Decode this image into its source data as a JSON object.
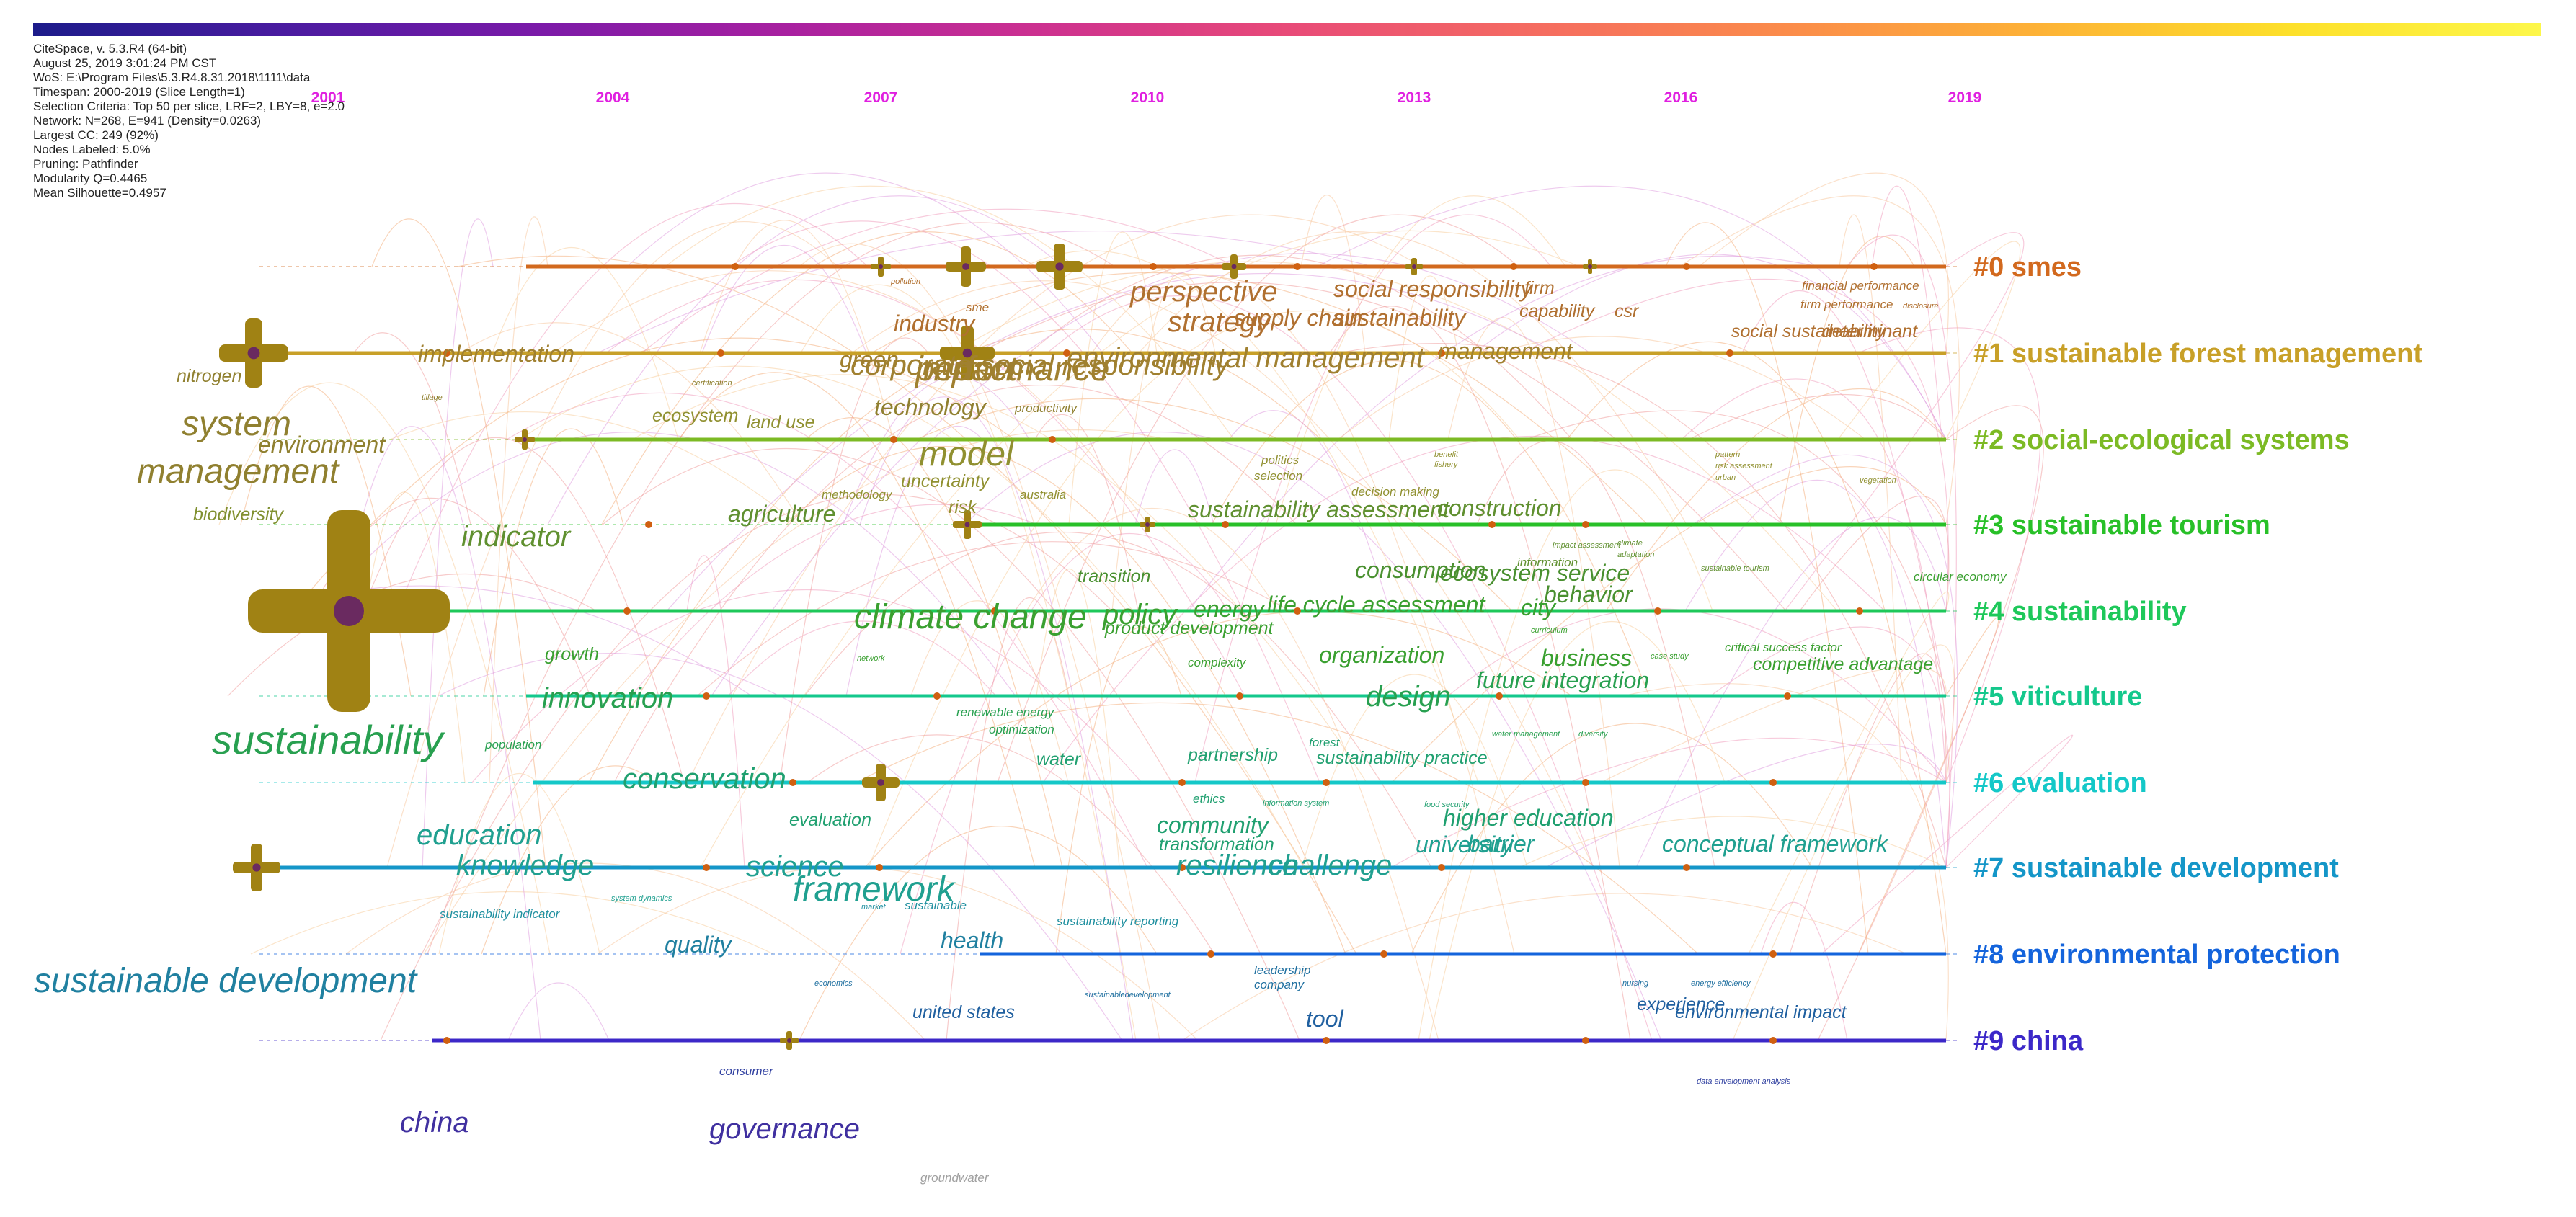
{
  "colors": {
    "timebar": [
      "#1c1b8a",
      "#4a1ba0",
      "#7a1aa8",
      "#a820a0",
      "#cc3090",
      "#e84a78",
      "#f56c60",
      "#fb8c4a",
      "#fdb236",
      "#fde02a",
      "#fdf74a"
    ],
    "cluster_colors": [
      "#d2691e",
      "#c8a028",
      "#7cba24",
      "#28c028",
      "#1ec85a",
      "#14c88c",
      "#14c8c8",
      "#1496c8",
      "#1464dc",
      "#3c28c8"
    ],
    "node_fill": "#a08214",
    "node_core": "#6a2a60",
    "year_label": "#e020e0"
  },
  "info": {
    "lines": [
      "CiteSpace, v. 5.3.R4 (64-bit)",
      "August 25, 2019 3:01:24 PM CST",
      "WoS: E:\\Program Files\\5.3.R4.8.31.2018\\1111\\data",
      "Timespan: 2000-2019 (Slice Length=1)",
      "Selection Criteria: Top 50 per slice, LRF=2, LBY=8, e=2.0",
      "Network: N=268, E=941 (Density=0.0263)",
      "Largest CC: 249 (92%)",
      "Nodes Labeled: 5.0%",
      "Pruning: Pathfinder",
      "Modularity Q=0.4465",
      "Mean Silhouette=0.4957"
    ]
  },
  "years": [
    "2001",
    "2004",
    "2007",
    "2010",
    "2013",
    "2016",
    "2019"
  ],
  "clusters": [
    {
      "label": "#0 smes",
      "color": "#d2691e"
    },
    {
      "label": "#1 sustainable forest management",
      "color": "#c8a028"
    },
    {
      "label": "#2 social-ecological systems",
      "color": "#7cba24"
    },
    {
      "label": "#3 sustainable tourism",
      "color": "#28c028"
    },
    {
      "label": "#4 sustainability",
      "color": "#1ec85a"
    },
    {
      "label": "#5 viticulture",
      "color": "#14c88c"
    },
    {
      "label": "#6 evaluation",
      "color": "#14c8c8"
    },
    {
      "label": "#7 sustainable development",
      "color": "#1496c8"
    },
    {
      "label": "#8 environmental protection",
      "color": "#1464dc"
    },
    {
      "label": "#9 china",
      "color": "#3c28c8"
    }
  ],
  "keywords": [
    {
      "text": "pollution",
      "color": "#b07030",
      "level": 1
    },
    {
      "text": "sme",
      "color": "#b07030",
      "level": 2
    },
    {
      "text": "industry",
      "color": "#b07030",
      "level": 4
    },
    {
      "text": "perspective",
      "color": "#b07030",
      "level": 5
    },
    {
      "text": "strategy",
      "color": "#b07030",
      "level": 5
    },
    {
      "text": "social responsibility",
      "color": "#b07030",
      "level": 4
    },
    {
      "text": "supply chain",
      "color": "#b07030",
      "level": 4
    },
    {
      "text": "sustainability",
      "color": "#b07030",
      "level": 4
    },
    {
      "text": "firm",
      "color": "#b07030",
      "level": 3
    },
    {
      "text": "capability",
      "color": "#b07030",
      "level": 3
    },
    {
      "text": "csr",
      "color": "#b07030",
      "level": 3
    },
    {
      "text": "financial performance",
      "color": "#b07030",
      "level": 2
    },
    {
      "text": "firm performance",
      "color": "#b07030",
      "level": 2
    },
    {
      "text": "disclosure",
      "color": "#b07030",
      "level": 1
    },
    {
      "text": "social sustainability",
      "color": "#b07030",
      "level": 3
    },
    {
      "text": "determinant",
      "color": "#b07030",
      "level": 3
    },
    {
      "text": "implementation",
      "color": "#a08030",
      "level": 4
    },
    {
      "text": "green",
      "color": "#a08030",
      "level": 4
    },
    {
      "text": "performance",
      "color": "#a08030",
      "level": 6
    },
    {
      "text": "impact",
      "color": "#a08030",
      "level": 6
    },
    {
      "text": "corporate social responsibility",
      "color": "#a08030",
      "level": 5
    },
    {
      "text": "environmental management",
      "color": "#a08030",
      "level": 5
    },
    {
      "text": "management",
      "color": "#a08030",
      "level": 4
    },
    {
      "text": "nitrogen",
      "color": "#908030",
      "level": 3
    },
    {
      "text": "tillage",
      "color": "#908030",
      "level": 1
    },
    {
      "text": "certification",
      "color": "#908030",
      "level": 1
    },
    {
      "text": "technology",
      "color": "#908030",
      "level": 4
    },
    {
      "text": "productivity",
      "color": "#908030",
      "level": 2
    },
    {
      "text": "system",
      "color": "#908030",
      "level": 6
    },
    {
      "text": "environment",
      "color": "#908030",
      "level": 4
    },
    {
      "text": "ecosystem",
      "color": "#909030",
      "level": 3
    },
    {
      "text": "land use",
      "color": "#909030",
      "level": 3
    },
    {
      "text": "model",
      "color": "#909030",
      "level": 6
    },
    {
      "text": "uncertainty",
      "color": "#909030",
      "level": 3
    },
    {
      "text": "politics",
      "color": "#909030",
      "level": 2
    },
    {
      "text": "selection",
      "color": "#909030",
      "level": 2
    },
    {
      "text": "benefit",
      "color": "#909030",
      "level": 1
    },
    {
      "text": "fishery",
      "color": "#909030",
      "level": 1
    },
    {
      "text": "pattern",
      "color": "#909030",
      "level": 1
    },
    {
      "text": "risk assessment",
      "color": "#909030",
      "level": 1
    },
    {
      "text": "urban",
      "color": "#909030",
      "level": 1
    },
    {
      "text": "vegetation",
      "color": "#909030",
      "level": 1
    },
    {
      "text": "management",
      "color": "#908030",
      "level": 6
    },
    {
      "text": "methodology",
      "color": "#909030",
      "level": 2
    },
    {
      "text": "australia",
      "color": "#909030",
      "level": 2
    },
    {
      "text": "risk",
      "color": "#909030",
      "level": 3
    },
    {
      "text": "decision making",
      "color": "#909030",
      "level": 2
    },
    {
      "text": "biodiversity",
      "color": "#809030",
      "level": 3
    },
    {
      "text": "indicator",
      "color": "#609030",
      "level": 5
    },
    {
      "text": "agriculture",
      "color": "#609030",
      "level": 4
    },
    {
      "text": "sustainability assessment",
      "color": "#609030",
      "level": 4
    },
    {
      "text": "construction",
      "color": "#609030",
      "level": 4
    },
    {
      "text": "impact assessment",
      "color": "#609030",
      "level": 1
    },
    {
      "text": "climate",
      "color": "#609030",
      "level": 1
    },
    {
      "text": "adaptation",
      "color": "#609030",
      "level": 1
    },
    {
      "text": "sustainable tourism",
      "color": "#609030",
      "level": 1
    },
    {
      "text": "information",
      "color": "#609030",
      "level": 2
    },
    {
      "text": "transition",
      "color": "#4a9030",
      "level": 3
    },
    {
      "text": "consumption",
      "color": "#4a9030",
      "level": 4
    },
    {
      "text": "ecosystem service",
      "color": "#4a9030",
      "level": 4
    },
    {
      "text": "behavior",
      "color": "#4a9030",
      "level": 4
    },
    {
      "text": "climate change",
      "color": "#3aa030",
      "level": 6
    },
    {
      "text": "policy",
      "color": "#3aa030",
      "level": 5
    },
    {
      "text": "energy",
      "color": "#3aa030",
      "level": 4
    },
    {
      "text": "life cycle assessment",
      "color": "#3aa030",
      "level": 4
    },
    {
      "text": "city",
      "color": "#3aa030",
      "level": 4
    },
    {
      "text": "curriculum",
      "color": "#3aa030",
      "level": 1
    },
    {
      "text": "circular economy",
      "color": "#3aa030",
      "level": 2
    },
    {
      "text": "product development",
      "color": "#3aa030",
      "level": 3
    },
    {
      "text": "growth",
      "color": "#3aa030",
      "level": 3
    },
    {
      "text": "network",
      "color": "#3aa030",
      "level": 1
    },
    {
      "text": "complexity",
      "color": "#3aa030",
      "level": 2
    },
    {
      "text": "organization",
      "color": "#3aa030",
      "level": 4
    },
    {
      "text": "business",
      "color": "#3aa030",
      "level": 4
    },
    {
      "text": "case study",
      "color": "#3aa030",
      "level": 1
    },
    {
      "text": "critical success factor",
      "color": "#3aa030",
      "level": 2
    },
    {
      "text": "competitive advantage",
      "color": "#3aa030",
      "level": 3
    },
    {
      "text": "future integration",
      "color": "#28a050",
      "level": 4
    },
    {
      "text": "innovation",
      "color": "#28a050",
      "level": 5
    },
    {
      "text": "design",
      "color": "#28a050",
      "level": 5
    },
    {
      "text": "sustainability",
      "color": "#28a050",
      "level": 7
    },
    {
      "text": "renewable energy",
      "color": "#28a050",
      "level": 2
    },
    {
      "text": "optimization",
      "color": "#28a050",
      "level": 2
    },
    {
      "text": "water management",
      "color": "#28a050",
      "level": 1
    },
    {
      "text": "diversity",
      "color": "#28a050",
      "level": 1
    },
    {
      "text": "population",
      "color": "#28a050",
      "level": 2
    },
    {
      "text": "conservation",
      "color": "#20a070",
      "level": 5
    },
    {
      "text": "water",
      "color": "#20a070",
      "level": 3
    },
    {
      "text": "partnership",
      "color": "#20a070",
      "level": 3
    },
    {
      "text": "forest",
      "color": "#20a070",
      "level": 2
    },
    {
      "text": "sustainability practice",
      "color": "#20a070",
      "level": 3
    },
    {
      "text": "evaluation",
      "color": "#20a070",
      "level": 3
    },
    {
      "text": "ethics",
      "color": "#20a070",
      "level": 2
    },
    {
      "text": "information system",
      "color": "#20a070",
      "level": 1
    },
    {
      "text": "food security",
      "color": "#20a070",
      "level": 1
    },
    {
      "text": "community",
      "color": "#20a070",
      "level": 4
    },
    {
      "text": "higher education",
      "color": "#20a070",
      "level": 4
    },
    {
      "text": "transformation",
      "color": "#20a070",
      "level": 3
    },
    {
      "text": "education",
      "color": "#20a090",
      "level": 5
    },
    {
      "text": "university",
      "color": "#20a090",
      "level": 4
    },
    {
      "text": "barrier",
      "color": "#20a090",
      "level": 4
    },
    {
      "text": "conceptual framework",
      "color": "#20a090",
      "level": 4
    },
    {
      "text": "knowledge",
      "color": "#20a090",
      "level": 5
    },
    {
      "text": "science",
      "color": "#20a090",
      "level": 5
    },
    {
      "text": "framework",
      "color": "#20a090",
      "level": 6
    },
    {
      "text": "resilience",
      "color": "#20a090",
      "level": 5
    },
    {
      "text": "challenge",
      "color": "#20a090",
      "level": 5
    },
    {
      "text": "system dynamics",
      "color": "#20a090",
      "level": 1
    },
    {
      "text": "sustainability indicator",
      "color": "#2090a0",
      "level": 2
    },
    {
      "text": "market",
      "color": "#2090a0",
      "level": 1
    },
    {
      "text": "sustainable",
      "color": "#2090a0",
      "level": 2
    },
    {
      "text": "sustainability reporting",
      "color": "#2090a0",
      "level": 2
    },
    {
      "text": "quality",
      "color": "#2080a0",
      "level": 4
    },
    {
      "text": "health",
      "color": "#2080a0",
      "level": 4
    },
    {
      "text": "sustainable development",
      "color": "#2080a0",
      "level": 6
    },
    {
      "text": "economics",
      "color": "#2070a0",
      "level": 1
    },
    {
      "text": "sustainabledevelopment",
      "color": "#2070a0",
      "level": 1
    },
    {
      "text": "leadership",
      "color": "#2070a0",
      "level": 2
    },
    {
      "text": "company",
      "color": "#2070a0",
      "level": 2
    },
    {
      "text": "nursing",
      "color": "#2070a0",
      "level": 1
    },
    {
      "text": "energy efficiency",
      "color": "#2070a0",
      "level": 1
    },
    {
      "text": "experience",
      "color": "#2060a0",
      "level": 3
    },
    {
      "text": "environmental impact",
      "color": "#2060a0",
      "level": 3
    },
    {
      "text": "united states",
      "color": "#2060a0",
      "level": 3
    },
    {
      "text": "tool",
      "color": "#2060a0",
      "level": 4
    },
    {
      "text": "consumer",
      "color": "#3040a0",
      "level": 2
    },
    {
      "text": "data envelopment analysis",
      "color": "#3040a0",
      "level": 1
    },
    {
      "text": "china",
      "color": "#4030a0",
      "level": 5
    },
    {
      "text": "governance",
      "color": "#4030a0",
      "level": 5
    },
    {
      "text": "groundwater",
      "color": "#a0a0a0",
      "level": 2
    }
  ]
}
